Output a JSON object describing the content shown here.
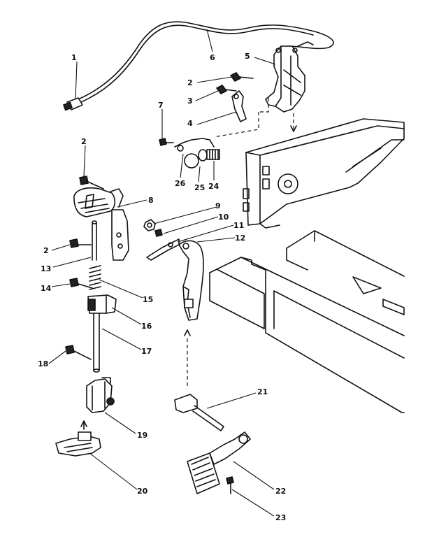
{
  "callouts": [
    {
      "id": "c1",
      "label": "1"
    },
    {
      "id": "c2a",
      "label": "2"
    },
    {
      "id": "c2b",
      "label": "2"
    },
    {
      "id": "c2c",
      "label": "2"
    },
    {
      "id": "c3",
      "label": "3"
    },
    {
      "id": "c4",
      "label": "4"
    },
    {
      "id": "c5",
      "label": "5"
    },
    {
      "id": "c6",
      "label": "6"
    },
    {
      "id": "c7",
      "label": "7"
    },
    {
      "id": "c8",
      "label": "8"
    },
    {
      "id": "c9",
      "label": "9"
    },
    {
      "id": "c10",
      "label": "10"
    },
    {
      "id": "c11",
      "label": "11"
    },
    {
      "id": "c12",
      "label": "12"
    },
    {
      "id": "c13",
      "label": "13"
    },
    {
      "id": "c14",
      "label": "14"
    },
    {
      "id": "c15",
      "label": "15"
    },
    {
      "id": "c16",
      "label": "16"
    },
    {
      "id": "c17",
      "label": "17"
    },
    {
      "id": "c18",
      "label": "18"
    },
    {
      "id": "c19",
      "label": "19"
    },
    {
      "id": "c20",
      "label": "20"
    },
    {
      "id": "c21",
      "label": "21"
    },
    {
      "id": "c22",
      "label": "22"
    },
    {
      "id": "c23",
      "label": "23"
    },
    {
      "id": "c24",
      "label": "24"
    },
    {
      "id": "c25",
      "label": "25"
    },
    {
      "id": "c26",
      "label": "26"
    }
  ]
}
